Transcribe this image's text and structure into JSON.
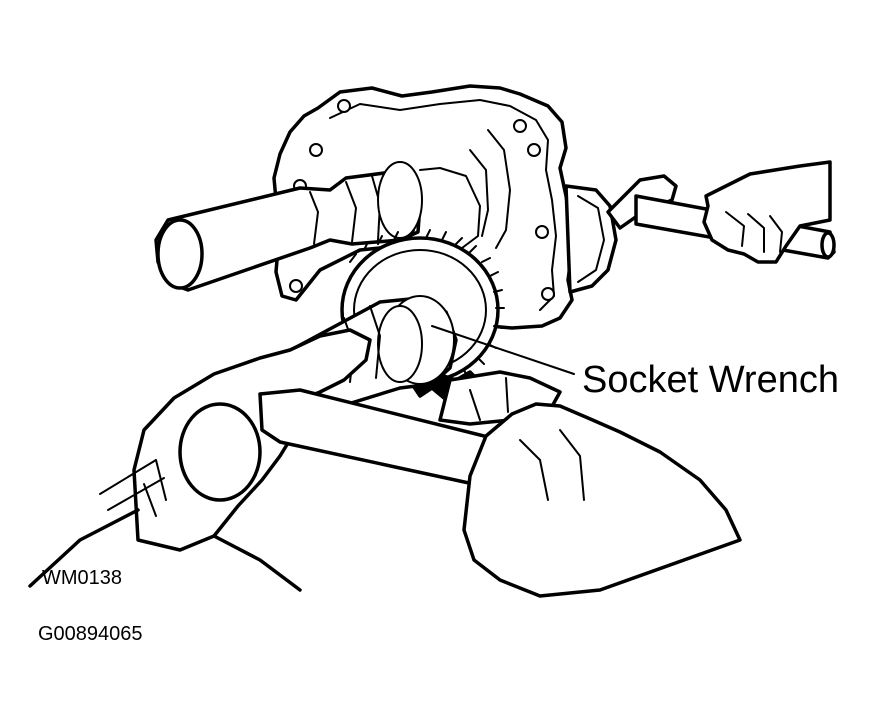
{
  "callout": {
    "label": "Socket Wrench"
  },
  "figure": {
    "code": "WM0138",
    "graphic_id": "G00894065"
  },
  "colors": {
    "line": "#000000",
    "background": "#ffffff"
  }
}
